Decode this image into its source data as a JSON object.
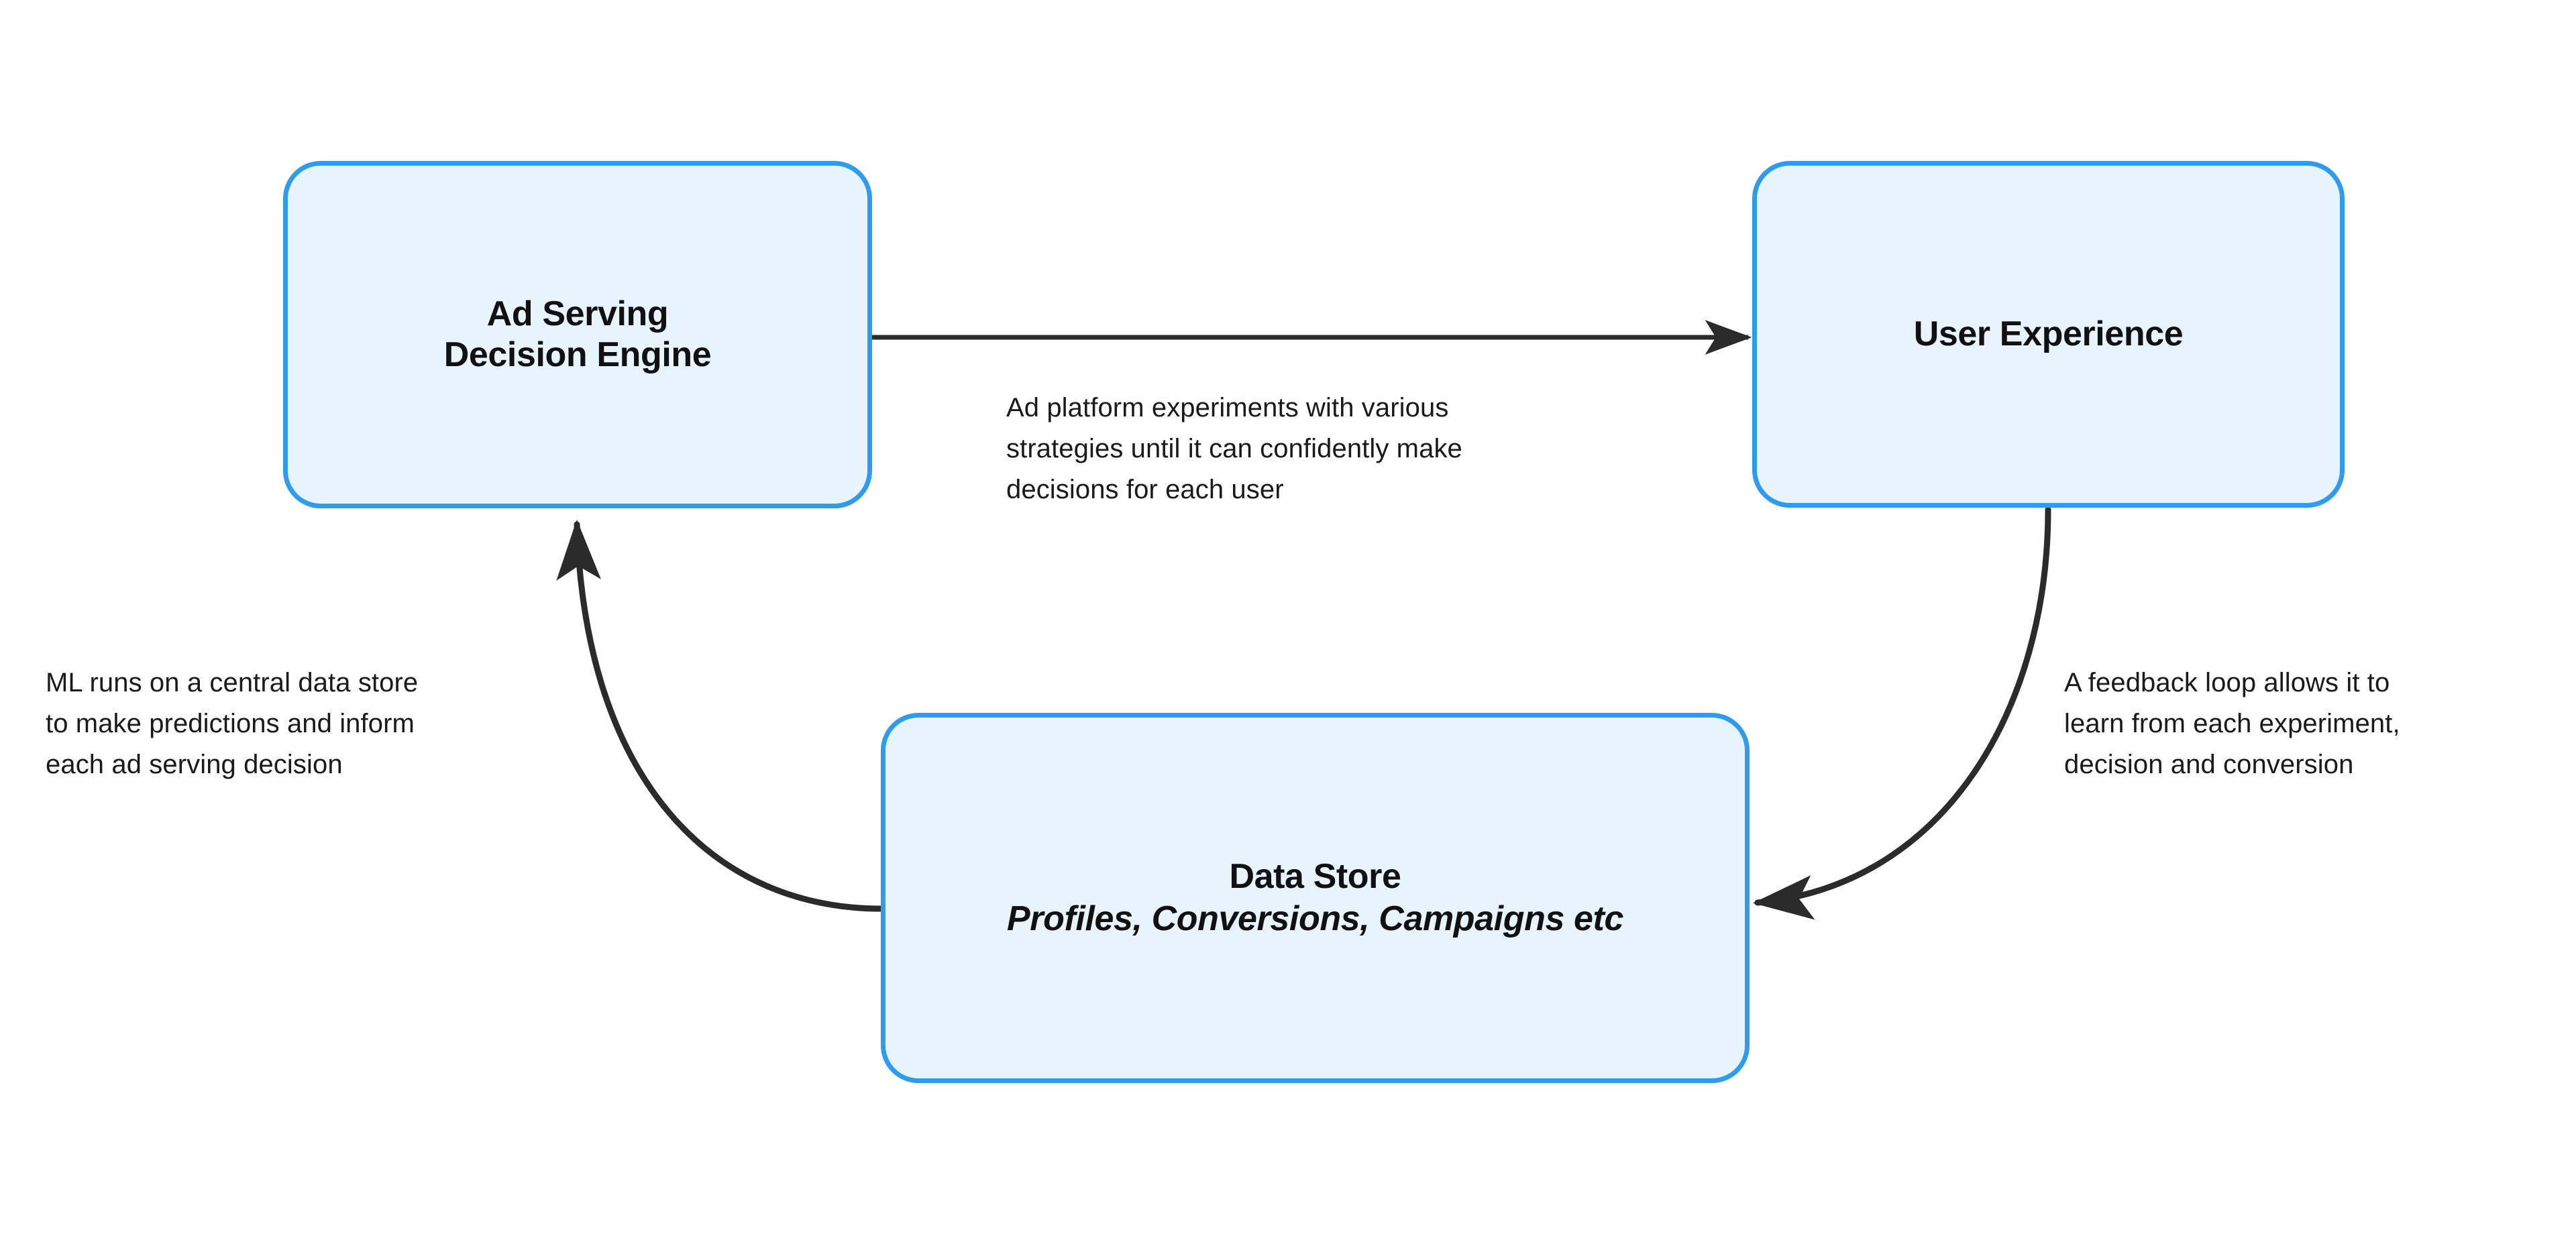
{
  "diagram": {
    "title": "Ad Serving Decision Engine feedback loop",
    "background_color": "#ffffff",
    "node_fill_color": "#e8f4fd",
    "node_border_color": "#2d9cf0",
    "arrow_color": "#2b2b2b",
    "text_color": "#1a1a1a"
  },
  "nodes": {
    "ad_serving": {
      "title": "Ad Serving\nDecision Engine"
    },
    "user_experience": {
      "title": "User Experience"
    },
    "data_store": {
      "title": "Data Store",
      "subtitle": "Profiles, Conversions, Campaigns etc"
    }
  },
  "edges": {
    "engine_to_experience": {
      "from": "Ad Serving Decision Engine",
      "to": "User Experience",
      "label": "Ad platform experiments with various\nstrategies until it can confidently make\ndecisions for each user"
    },
    "experience_to_store": {
      "from": "User Experience",
      "to": "Data Store",
      "label": "A feedback loop allows it to\nlearn from each experiment,\ndecision and conversion"
    },
    "store_to_engine": {
      "from": "Data Store",
      "to": "Ad Serving Decision Engine",
      "label": "ML runs on a central data store\nto make predictions and inform\neach ad serving decision"
    }
  }
}
